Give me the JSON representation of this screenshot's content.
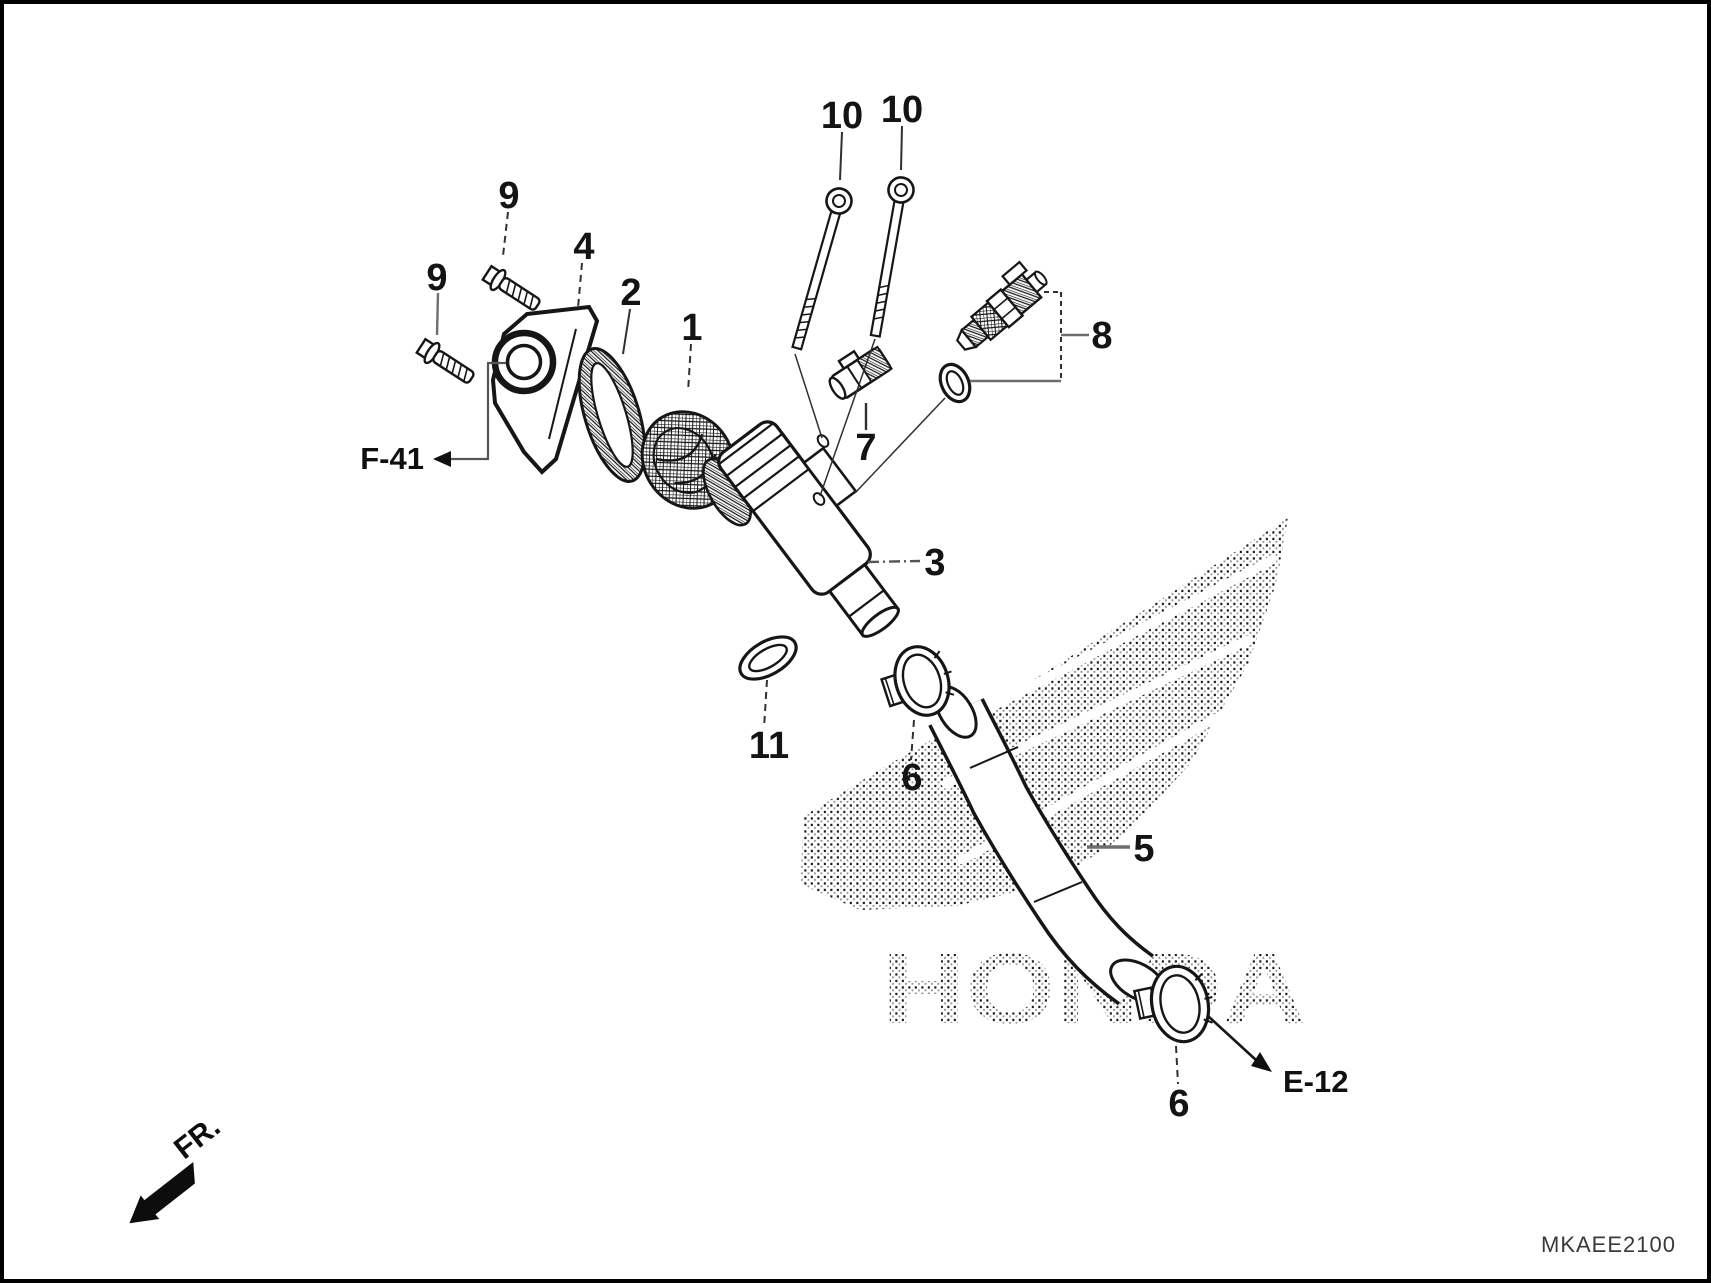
{
  "diagram": {
    "code": "MKAEE2100",
    "watermark_text": "HONDA",
    "direction_label": "FR.",
    "ref_labels": {
      "section_f": "F-41",
      "section_e": "E-12"
    },
    "callouts": [
      {
        "id": "callout-9-top",
        "text": "9"
      },
      {
        "id": "callout-9-left",
        "text": "9"
      },
      {
        "id": "callout-4",
        "text": "4"
      },
      {
        "id": "callout-2",
        "text": "2"
      },
      {
        "id": "callout-1",
        "text": "1"
      },
      {
        "id": "callout-10-left",
        "text": "10"
      },
      {
        "id": "callout-10-right",
        "text": "10"
      },
      {
        "id": "callout-7",
        "text": "7"
      },
      {
        "id": "callout-8",
        "text": "8"
      },
      {
        "id": "callout-3",
        "text": "3"
      },
      {
        "id": "callout-11",
        "text": "11"
      },
      {
        "id": "callout-6-upper",
        "text": "6"
      },
      {
        "id": "callout-5",
        "text": "5"
      },
      {
        "id": "callout-6-lower",
        "text": "6"
      }
    ],
    "colors": {
      "line": "#161616",
      "leader_gray": "#6e6e6e",
      "background": "#ffffff",
      "border": "#000000",
      "watermark_dot_dark": "#1c1c1c",
      "watermark_dot_light": "#8f8f8f"
    }
  }
}
